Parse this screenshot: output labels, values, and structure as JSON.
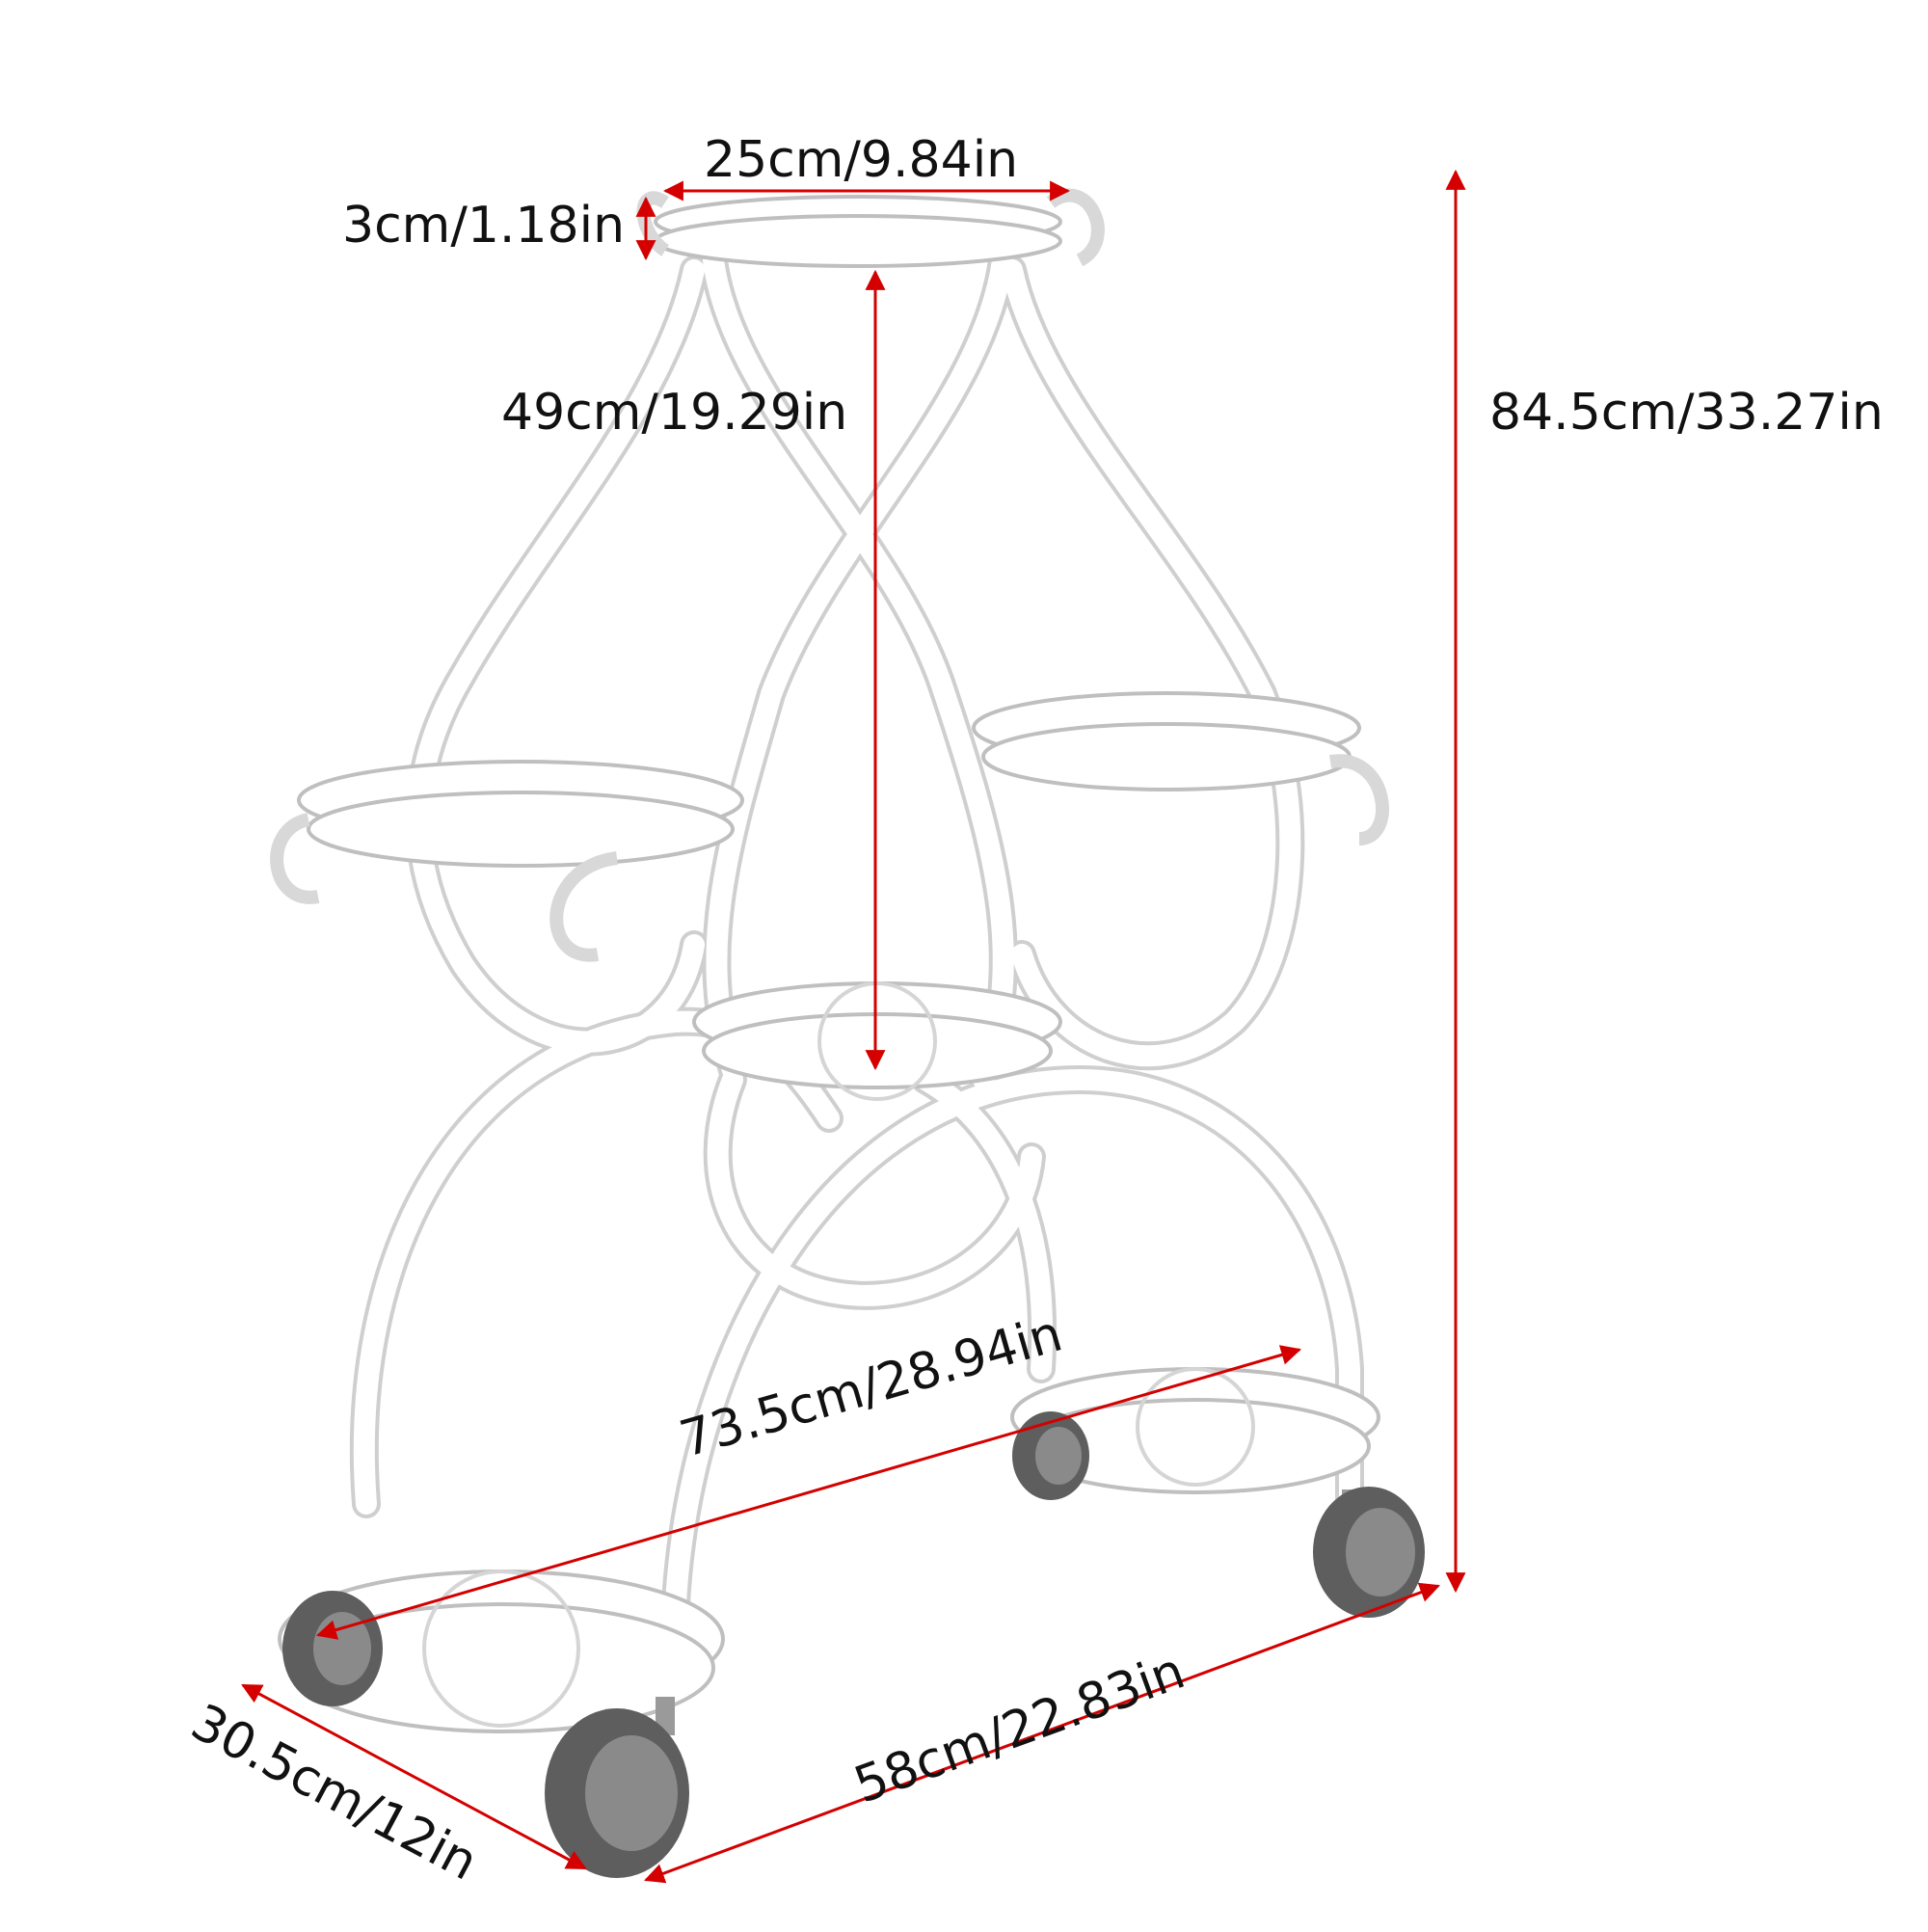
{
  "diagram": {
    "colors": {
      "background": "#ffffff",
      "frame": "#ffffff",
      "frame_outline": "#cfcfcf",
      "dimension_line": "#d40000",
      "text": "#111111",
      "wheel": "#6b6b6b",
      "wheel_hub": "#3a3a3a"
    },
    "dimensions": {
      "top_tray_diameter": "25cm/9.84in",
      "top_rim_height": "3cm/1.18in",
      "top_to_middle_height": "49cm/19.29in",
      "total_height": "84.5cm/33.27in",
      "diagonal_span": "73.5cm/28.94in",
      "base_length": "58cm/22.83in",
      "base_depth": "30.5cm/12in"
    }
  }
}
